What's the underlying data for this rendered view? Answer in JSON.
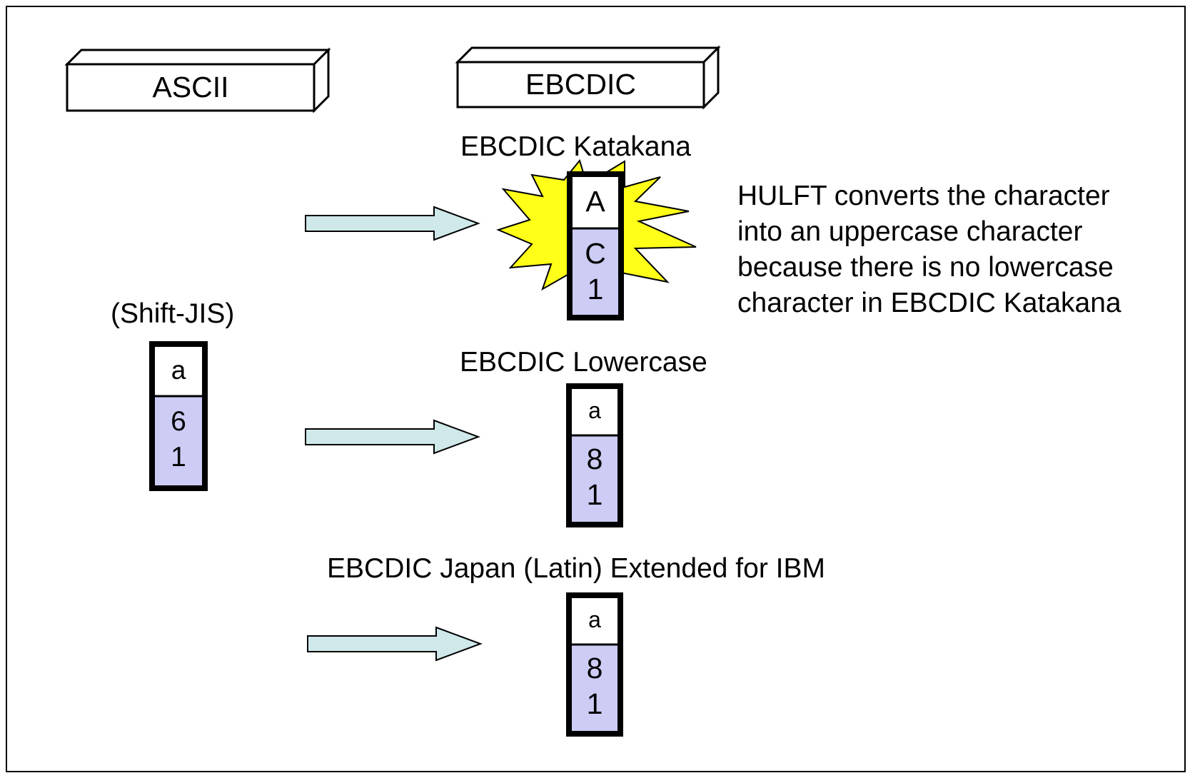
{
  "headers": {
    "ascii": "ASCII",
    "ebcdic": "EBCDIC"
  },
  "source": {
    "encoding_label": "(Shift-JIS)",
    "char": "a",
    "hex_high": "6",
    "hex_low": "1"
  },
  "targets": [
    {
      "title": "EBCDIC Katakana",
      "char": "A",
      "hex_high": "C",
      "hex_low": "1"
    },
    {
      "title": "EBCDIC Lowercase",
      "char": "a",
      "hex_high": "8",
      "hex_low": "1"
    },
    {
      "title": "EBCDIC Japan (Latin) Extended for IBM",
      "char": "a",
      "hex_high": "8",
      "hex_low": "1"
    }
  ],
  "note": "HULFT converts the character\ninto an uppercase character\nbecause there is no lowercase\ncharacter in EBCDIC Katakana",
  "colors": {
    "hex_cell_fill": "#ccccf5",
    "arrow_fill": "#cfe8ea",
    "burst_fill": "#ffff1a"
  }
}
